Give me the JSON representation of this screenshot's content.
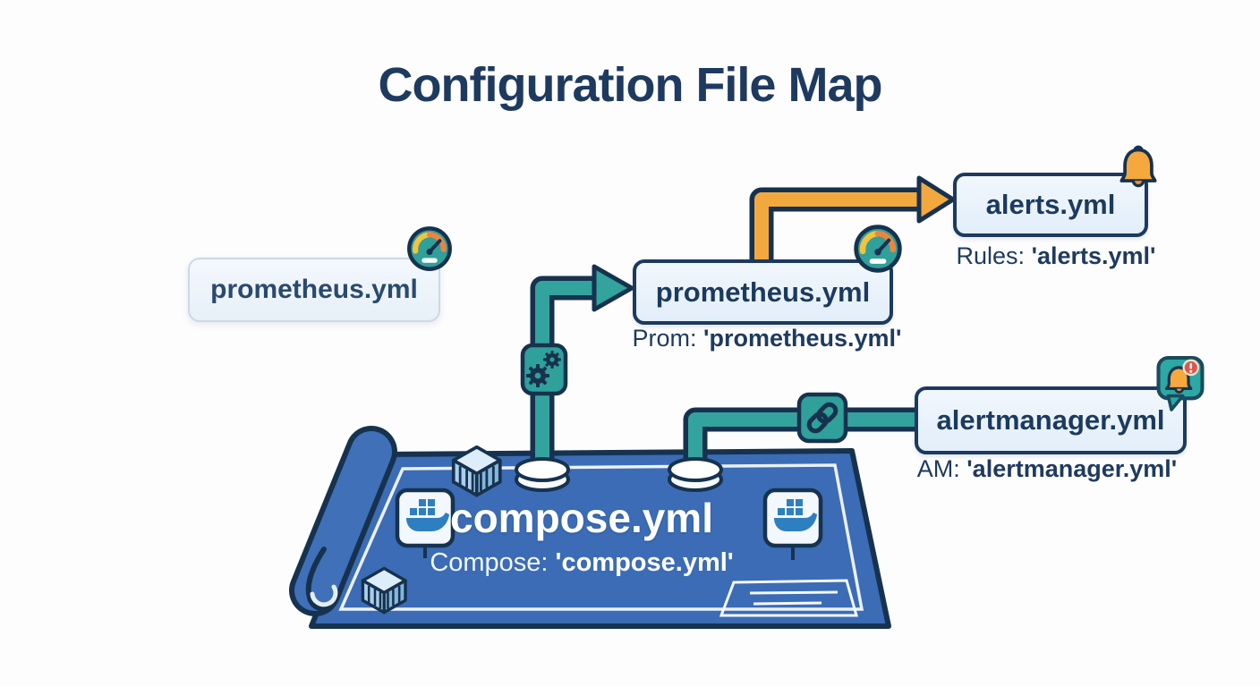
{
  "title": "Configuration File Map",
  "diagram": {
    "ghost_prometheus": {
      "label": "prometheus.yml"
    },
    "prometheus": {
      "label": "prometheus.yml",
      "caption_prefix": "Prom: ",
      "caption_value": "'prometheus.yml'"
    },
    "alerts": {
      "label": "alerts.yml",
      "caption_prefix": "Rules: ",
      "caption_value": "'alerts.yml'"
    },
    "alertmanager": {
      "label": "alertmanager.yml",
      "caption_prefix": "AM: ",
      "caption_value": "'alertmanager.yml'"
    },
    "compose": {
      "label": "compose.yml",
      "caption_prefix": "Compose: ",
      "caption_value": "'compose.yml'"
    }
  },
  "icons": {
    "ghost_badge": "gauge-icon",
    "prometheus_badge": "gauge-icon",
    "alerts_badge": "bell-icon",
    "alertmanager_badge": "notification-bubble-icon",
    "pipe_left_plate": "gears-icon",
    "pipe_right_plate": "link-icon",
    "blueprint_markers": [
      "container-cube-icon",
      "docker-whale-icon",
      "container-cube-icon",
      "docker-whale-icon"
    ]
  },
  "colors": {
    "navy": "#1c3a5e",
    "teal": "#33a39d",
    "orange": "#f3a83e",
    "blueprint_blue": "#3b6cb5",
    "node_fill": "#e9f3fb",
    "background": "#fdfdfe",
    "white": "#ffffff"
  }
}
